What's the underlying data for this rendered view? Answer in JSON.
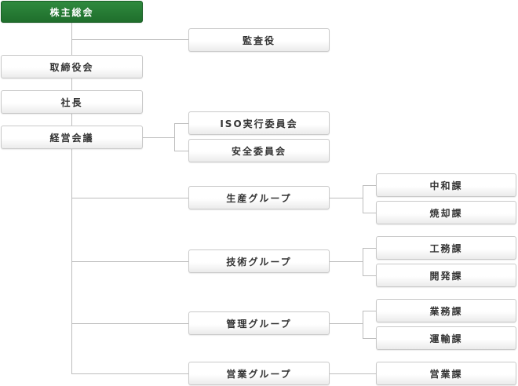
{
  "colors": {
    "accent": "#237433",
    "line": "#bdbdbd",
    "box_border": "#c9c9c9",
    "text": "#333333"
  },
  "org": {
    "shareholders_meeting": "株主総会",
    "auditor": "監査役",
    "board": "取締役会",
    "president": "社長",
    "management_meeting": "経営会議",
    "iso_committee": "ISO実行委員会",
    "safety_committee": "安全委員会",
    "production_group": "生産グループ",
    "neutralization": "中和課",
    "incineration": "焼却課",
    "technology_group": "技術グループ",
    "construction": "工務課",
    "development": "開発課",
    "admin_group": "管理グループ",
    "operations": "業務課",
    "transport": "運輸課",
    "sales_group": "営業グループ",
    "sales": "営業課"
  }
}
